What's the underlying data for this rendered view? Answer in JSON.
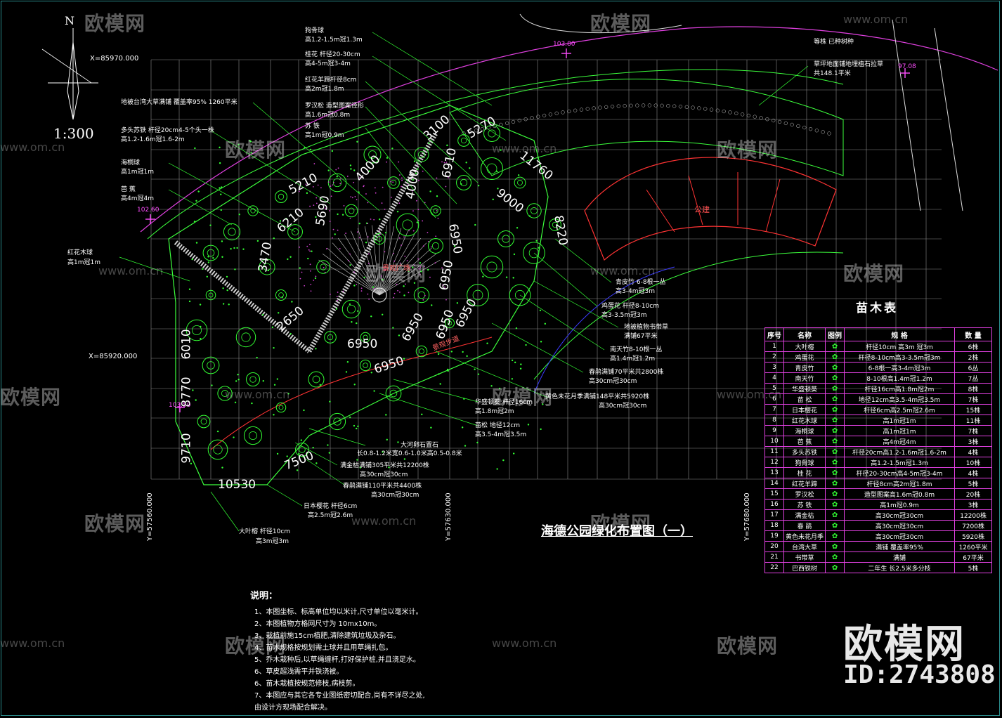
{
  "drawing": {
    "title": "海德公园绿化布置图（一）",
    "scale": "1:300",
    "north": "N",
    "coords": [
      "X=85970.000",
      "X=85920.000",
      "Y=57560.000",
      "Y=57630.000",
      "Y=57680.000"
    ],
    "elevations": [
      "103.80",
      "102.60",
      "103.50",
      "97.08"
    ],
    "building": "公建",
    "path": "景观步道",
    "plaza": "景观广场",
    "dimensions": [
      "3100",
      "5270",
      "6910",
      "11760",
      "5210",
      "4000",
      "4000",
      "9000",
      "8220",
      "6210",
      "5690",
      "3470",
      "6950",
      "6950",
      "6950",
      "6950",
      "6950",
      "6950",
      "2650",
      "6950",
      "6010",
      "8770",
      "9710",
      "7500",
      "10530"
    ]
  },
  "callouts": [
    [
      "狗骨球",
      "高1.2-1.5m冠1.3m"
    ],
    [
      "桂花  杆径20-30cm",
      "高4-5m冠3-4m"
    ],
    [
      "红花羊蹄杆径8cm",
      "高2m冠1.8m"
    ],
    [
      "罗汉松  造型图案径形",
      "高1.6m冠0.8m"
    ],
    [
      "苏  铁",
      "高1m冠0.9m"
    ],
    [
      "地被台湾大草满铺  覆盖率95%  1260平米"
    ],
    [
      "多头苏铁  杆径20cm4-5个头一株",
      "高1.2-1.6m冠1.6-2m"
    ],
    [
      "海桐球",
      "高1m冠1m"
    ],
    [
      "芭  蕉",
      "高4m冠4m"
    ],
    [
      "红花木球",
      "高1m冠1m"
    ],
    [
      "青皮竹  6-8根一丛",
      "高3-4m冠3m"
    ],
    [
      "鸡蛋花  杆径8-10cm",
      "高3-3.5m冠3m"
    ],
    [
      "地被植物书带草",
      "满铺67平米"
    ],
    [
      "南天竹8-10根一丛",
      "高1.4m冠1.2m"
    ],
    [
      "春鹃满铺70平米共2800株",
      "高30cm冠30cm"
    ],
    [
      "黄色未花月季满铺148平米共5920株",
      "高30cm冠30cm"
    ],
    [
      "华盛顿葵  杆径16cm",
      "高1.8m冠2m"
    ],
    [
      "苗松  地径12cm",
      "高3.5-4m冠3.5m"
    ],
    [
      "大河卵石置石",
      "长0.8-1.2米宽0.6-1.0米高0.5-0.8米"
    ],
    [
      "满金枯满铺305平米共12200株",
      "高30cm冠30cm"
    ],
    [
      "春鹃满铺110平米共4400株",
      "高30cm冠30cm"
    ],
    [
      "日本樱花  杆径6cm",
      "高2.5m冠2.6m"
    ],
    [
      "大叶榕  杆径10cm",
      "高3m冠3m"
    ],
    [
      "草坪地面铺地埋植石拉草",
      "共148.1平米"
    ],
    [
      "等株  已种树种"
    ]
  ],
  "notes": {
    "heading": "说明：",
    "items": [
      "1、本图坐标、标高单位均以米计,尺寸单位以毫米计。",
      "2、本图植物方格网尺寸为  10mx10m。",
      "3、栽植前施15cm植肥,清除建筑垃圾及杂石。",
      "4、苗木规格按规划需土球并且用草绳扎包。",
      "5、乔木栽种后,以草绳缠杆,打好保护桩,并且浇足水。",
      "6、草皮超浅需平并铁浇被。",
      "6、苗木栽植按规范修枝,病枝剪。",
      "7、本图应与其它各专业图纸密切配合,尚有不详尽之处,",
      "    由设计方现场配合解决。"
    ]
  },
  "plant_table": {
    "title": "苗木表",
    "headers": [
      "序号",
      "名称",
      "图例",
      "规  格",
      "数  量"
    ],
    "rows": [
      [
        "1",
        "大叶榕",
        "",
        "杆径10cm  高3m  冠3m",
        "6株"
      ],
      [
        "2",
        "鸡蛋花",
        "",
        "杆径8-10cm高3-3.5m冠3m",
        "2株"
      ],
      [
        "3",
        "青皮竹",
        "",
        "6-8根一高3-4m冠3m",
        "6丛"
      ],
      [
        "4",
        "南天竹",
        "",
        "8-10根高1.4m冠1.2m",
        "7丛"
      ],
      [
        "5",
        "华盛顿葵",
        "",
        "杆径16cm高1.8m冠2m",
        "8株"
      ],
      [
        "6",
        "苗  松",
        "",
        "地径12cm高3.5-4m冠3.5m",
        "7株"
      ],
      [
        "7",
        "日本樱花",
        "",
        "杆径6cm高2.5m冠2.6m",
        "15株"
      ],
      [
        "8",
        "红花木球",
        "",
        "高1m冠1m",
        "11株"
      ],
      [
        "9",
        "海桐球",
        "",
        "高1m冠1m",
        "7株"
      ],
      [
        "10",
        "芭  蕉",
        "",
        "高4m冠4m",
        "3株"
      ],
      [
        "11",
        "多头苏铁",
        "",
        "杆径20cm高1.2-1.6m冠1.6-2m",
        "4株"
      ],
      [
        "12",
        "狗骨球",
        "",
        "高1.2-1.5m冠1.3m",
        "10株"
      ],
      [
        "13",
        "桂  花",
        "",
        "杆径20-30cm高4-5m冠3-4m",
        "4株"
      ],
      [
        "14",
        "红花羊蹄",
        "",
        "杆径8cm高2m冠1.8m",
        "5株"
      ],
      [
        "15",
        "罗汉松",
        "",
        "造型图案高1.6m冠0.8m",
        "20株"
      ],
      [
        "16",
        "苏  铁",
        "",
        "高1m冠0.9m",
        "3株"
      ],
      [
        "17",
        "满金枯",
        "",
        "高30cm冠30cm",
        "12200株"
      ],
      [
        "18",
        "春  鹃",
        "",
        "高30cm冠30cm",
        "7200株"
      ],
      [
        "19",
        "黄色未花月季",
        "",
        "高30cm冠30cm",
        "5920株"
      ],
      [
        "20",
        "台湾大草",
        "",
        "满铺  覆盖率95%",
        "1260平米"
      ],
      [
        "21",
        "书带草",
        "",
        "满铺",
        "67平米"
      ],
      [
        "22",
        "巴西铁树",
        "",
        "二年生  长2.5米多分枝",
        "5株"
      ]
    ]
  },
  "watermarks": {
    "brand": "欧模网",
    "url": "www.om.cn",
    "id": "ID:2743808"
  },
  "colors": {
    "background": "#000000",
    "grid": "#ffffff",
    "plants": "#33ff33",
    "leaders": "#33ff33",
    "boundary": "#e040e0",
    "building": "#ff3333",
    "path": "#ff3333",
    "table_border": "#e040e0"
  }
}
